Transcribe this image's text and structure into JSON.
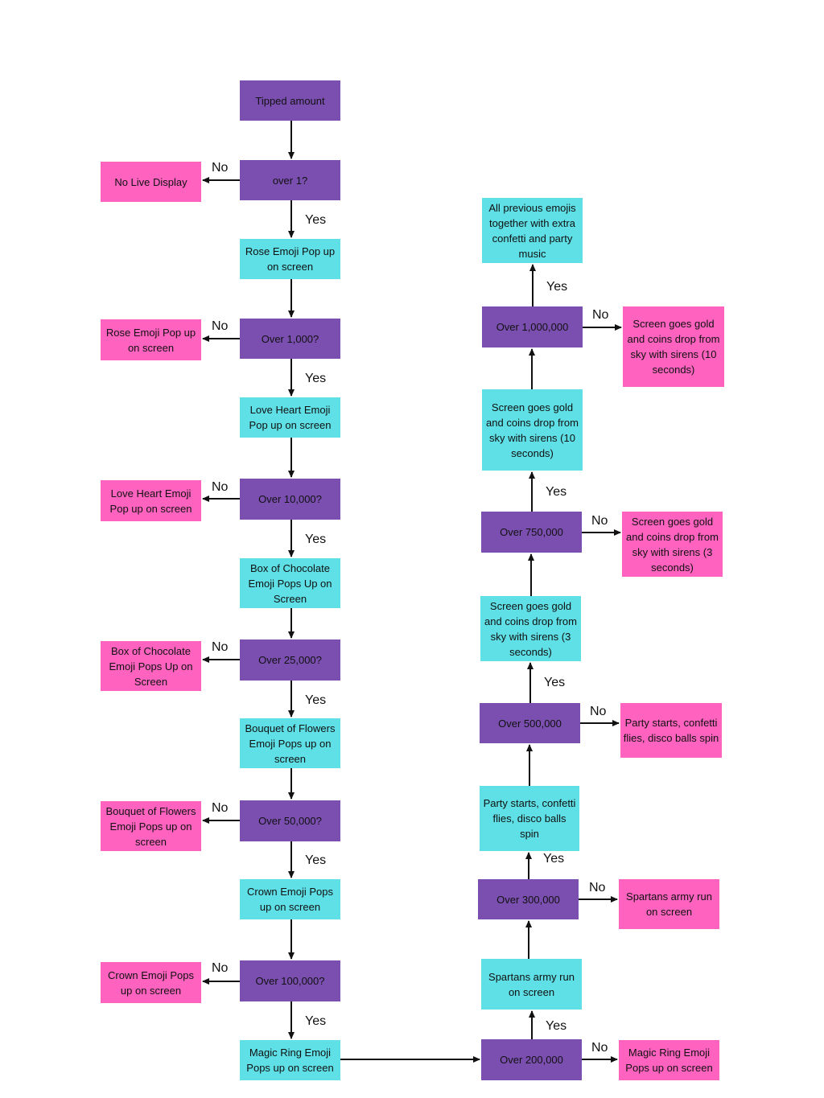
{
  "diagram": {
    "nodes": {
      "tipped": "Tipped amount",
      "q1": "over 1?",
      "r1n": "No Live Display",
      "r1y": "Rose Emoji Pop up on screen",
      "q2": "Over 1,000?",
      "r2n": "Rose Emoji Pop up on screen",
      "r2y": "Love Heart Emoji Pop up on screen",
      "q3": "Over 10,000?",
      "r3n": "Love Heart Emoji Pop up on screen",
      "r3y": "Box of Chocolate Emoji Pops Up on Screen",
      "q4": "Over 25,000?",
      "r4n": "Box of Chocolate Emoji Pops Up on Screen",
      "r4y": "Bouquet of Flowers Emoji Pops up on screen",
      "q5": "Over 50,000?",
      "r5n": "Bouquet of Flowers Emoji Pops up on screen",
      "r5y": "Crown Emoji Pops up on screen",
      "q6": "Over 100,000?",
      "r6n": "Crown Emoji Pops up on screen",
      "r6y": "Magic Ring Emoji Pops up on screen",
      "q7": "Over 200,000",
      "r7n": "Magic Ring Emoji Pops up on screen",
      "r7y": "Spartans army run on screen",
      "q8": "Over 300,000",
      "r8n": "Spartans army run on screen",
      "r8y": "Party starts, confetti flies, disco balls spin",
      "q9": "Over 500,000",
      "r9n": "Party starts, confetti flies, disco balls spin",
      "r9y": "Screen goes gold and coins drop from sky with sirens (3 seconds)",
      "q10": "Over 750,000",
      "r10n": "Screen goes gold and coins drop from sky with sirens (3 seconds)",
      "r10y": "Screen goes gold and coins drop from sky with sirens (10 seconds)",
      "q11": "Over 1,000,000",
      "r11n": "Screen goes gold and coins drop from sky with sirens (10 seconds)",
      "r11y": "All previous emojis together with extra confetti and party music"
    },
    "edge_labels": {
      "yes": "Yes",
      "no": "No"
    },
    "colors": {
      "decision": "#7b4fb0",
      "yes_result": "#5ee0e6",
      "no_result": "#ff63bf",
      "arrow": "#111111"
    }
  }
}
